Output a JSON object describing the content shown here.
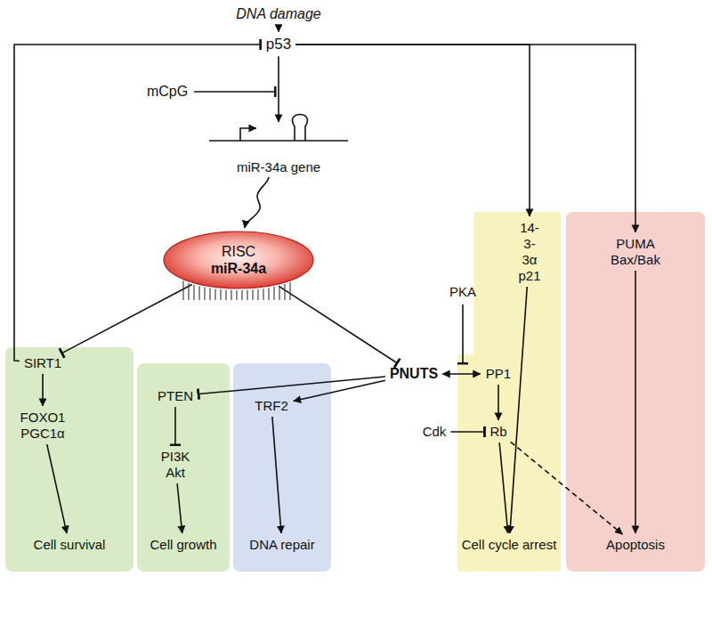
{
  "diagram": {
    "nodes": [
      {
        "text": [
          "DNA damage"
        ]
      },
      {
        "text": [
          "p53"
        ]
      },
      {
        "text": [
          "mCpG"
        ]
      },
      {
        "text": [
          "miR-34a gene"
        ]
      },
      {
        "text": [
          "RISC",
          "miR-34a"
        ]
      },
      {
        "text": []
      },
      {
        "text": [
          "SIRT1"
        ],
        "in": 5
      },
      {
        "text": [
          "FOXO1 PGC1α"
        ],
        "in": 5
      },
      {
        "text": [
          "Cell survival"
        ],
        "in": 5
      },
      {
        "text": []
      },
      {
        "text": [
          "PTEN"
        ],
        "in": 9
      },
      {
        "text": [
          "PI3K Akt"
        ],
        "in": 9
      },
      {
        "text": [
          "Cell growth"
        ],
        "in": 9
      },
      {
        "text": []
      },
      {
        "text": [
          "TRF2"
        ],
        "in": 13
      },
      {
        "text": [
          "DNA repair"
        ],
        "in": 13
      },
      {
        "text": [
          "PNUTS"
        ]
      },
      {
        "text": [
          "PKA"
        ]
      },
      {
        "text": [
          "Cdk"
        ]
      },
      {
        "text": []
      },
      {
        "text": [
          "PP1"
        ],
        "in": 19
      },
      {
        "text": [
          "Rb"
        ],
        "in": 19
      },
      {
        "text": [
          "14-3-3α p21"
        ],
        "in": 19
      },
      {
        "text": [
          "Cell cycle arrest"
        ],
        "in": 19
      },
      {
        "text": []
      },
      {
        "text": [
          "PUMA Bax/Bak"
        ],
        "in": 24
      },
      {
        "text": [
          "Apoptosis"
        ],
        "in": 24
      }
    ],
    "edges": [
      {
        "from": 0,
        "to": 1,
        "arrow": "to"
      },
      {
        "from": 1,
        "to": 3,
        "arrow": "to"
      },
      {
        "from": 3,
        "to": 4,
        "arrow": "to"
      },
      {
        "from": 4,
        "to": 6,
        "arrow": "to"
      },
      {
        "from": 4,
        "to": 16,
        "arrow": "to"
      },
      {
        "from": 6,
        "to": 1,
        "arrow": "to"
      },
      {
        "from": 6,
        "to": 7,
        "arrow": "to"
      },
      {
        "from": 7,
        "to": 8,
        "arrow": "to"
      },
      {
        "from": 16,
        "to": 10,
        "arrow": "to"
      },
      {
        "from": 16,
        "to": 14,
        "arrow": "to"
      },
      {
        "from": 10,
        "to": 11,
        "arrow": "to"
      },
      {
        "from": 11,
        "to": 12,
        "arrow": "to"
      },
      {
        "from": 14,
        "to": 15,
        "arrow": "to"
      },
      {
        "from": 16,
        "to": 20,
        "arrow": "both"
      },
      {
        "from": 20,
        "to": 21,
        "arrow": "to"
      },
      {
        "from": 18,
        "to": 21,
        "arrow": "to"
      },
      {
        "from": 21,
        "to": 23,
        "arrow": "to"
      },
      {
        "from": 21,
        "to": 26,
        "arrow": "to"
      },
      {
        "from": 1,
        "to": 22,
        "arrow": "to"
      },
      {
        "from": 1,
        "to": 25,
        "arrow": "to"
      },
      {
        "from": 22,
        "to": 23,
        "arrow": "to"
      },
      {
        "from": 25,
        "to": 26,
        "arrow": "to"
      }
    ]
  }
}
